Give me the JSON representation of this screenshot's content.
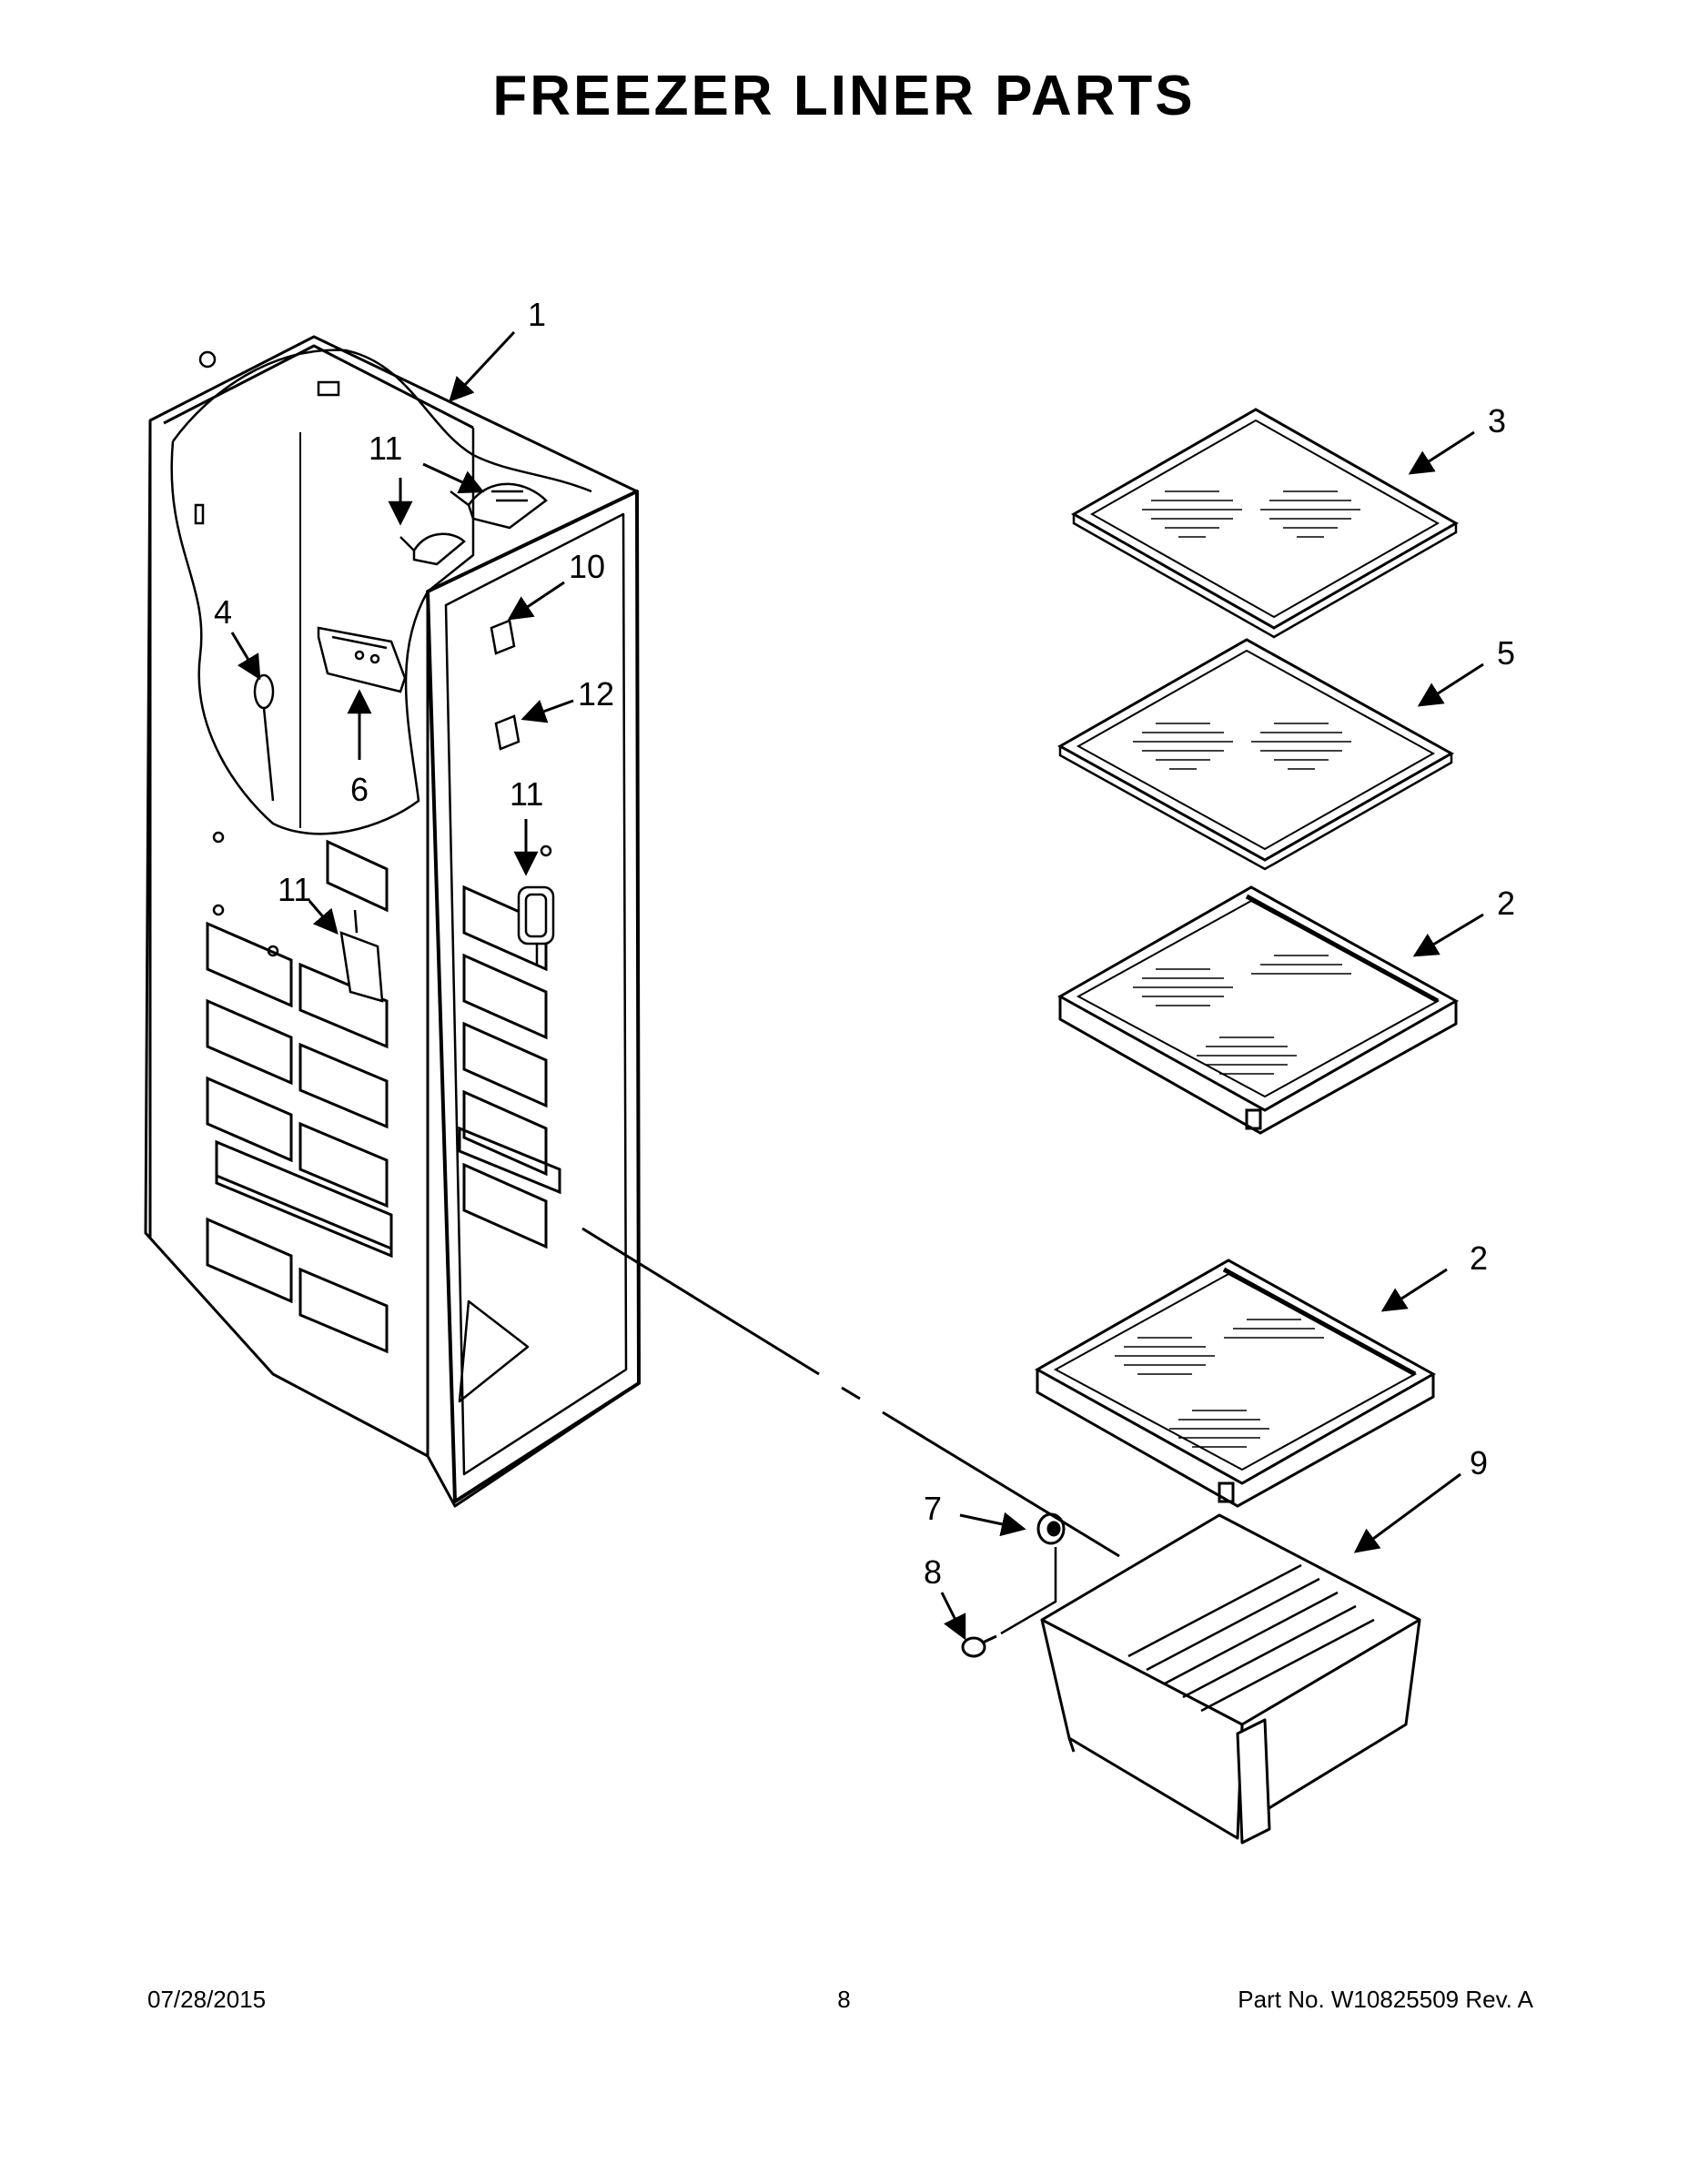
{
  "title": "FREEZER LINER PARTS",
  "callouts": {
    "c1": "1",
    "c2a": "2",
    "c2b": "2",
    "c3": "3",
    "c4": "4",
    "c5": "5",
    "c6": "6",
    "c7": "7",
    "c8": "8",
    "c9": "9",
    "c10": "10",
    "c11a": "11",
    "c11b": "11",
    "c11c": "11",
    "c12": "12"
  },
  "footer": {
    "date": "07/28/2015",
    "page": "8",
    "part_no": "Part No.  W10825509  Rev.  A"
  }
}
